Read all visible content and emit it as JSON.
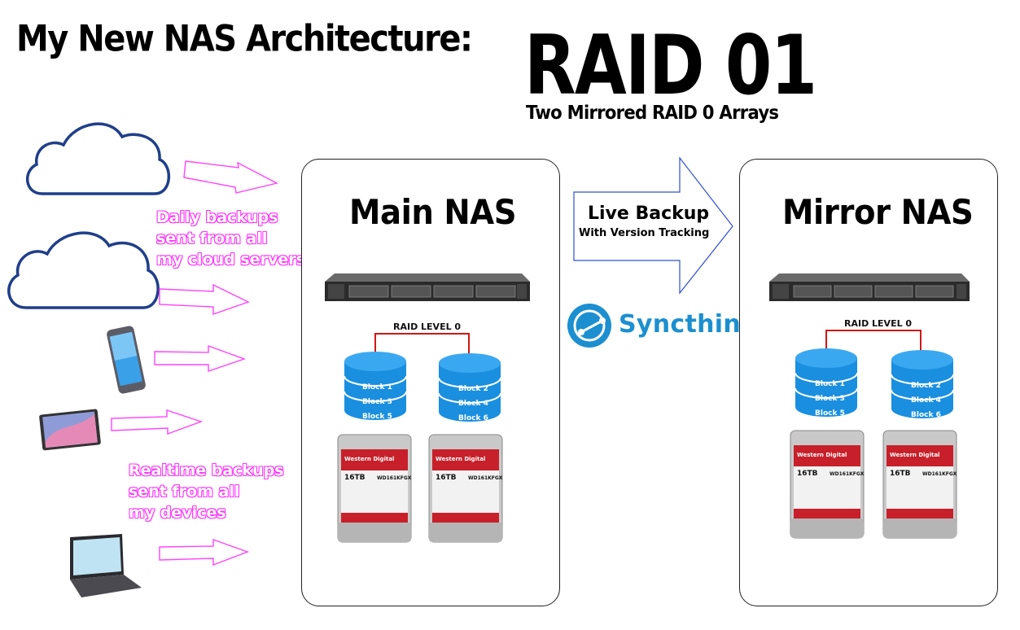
{
  "header": {
    "title": "My New NAS Architecture:",
    "raid_title": "RAID 01",
    "raid_subtitle": "Two Mirrored RAID 0 Arrays"
  },
  "sources": {
    "cloud_note": [
      "Daily backups",
      "sent from all",
      "my cloud servers"
    ],
    "device_note": [
      "Realtime backups",
      "sent from all",
      "my devices"
    ],
    "icons": [
      "cloud-icon",
      "cloud-icon",
      "smartphone-icon",
      "tablet-icon",
      "laptop-icon"
    ]
  },
  "main_nas": {
    "title": "Main NAS",
    "raid_level": "RAID LEVEL 0",
    "disk_a": [
      "Block 1",
      "Block 3",
      "Block 5"
    ],
    "disk_b": [
      "Block 2",
      "Block 4",
      "Block 6"
    ],
    "hdd": {
      "brand": "Western Digital",
      "capacity": "16TB",
      "model": "WD161KFGX"
    }
  },
  "link": {
    "label": "Live Backup",
    "sublabel": "With Version Tracking",
    "tool": "Syncthing"
  },
  "mirror_nas": {
    "title": "Mirror NAS",
    "raid_level": "RAID LEVEL 0",
    "disk_a": [
      "Block 1",
      "Block 3",
      "Block 5"
    ],
    "disk_b": [
      "Block 2",
      "Block 4",
      "Block 6"
    ],
    "hdd": {
      "brand": "Western Digital",
      "capacity": "16TB",
      "model": "WD161KFGX"
    }
  },
  "colors": {
    "cloud_outline": "#1f3f8a",
    "arrow_pink": "#ff44ff",
    "disk_blue": "#1a8fe0",
    "link_line": "#d01818",
    "syncthing_blue": "#1c8fd0",
    "hdd_red": "#c8202a"
  }
}
